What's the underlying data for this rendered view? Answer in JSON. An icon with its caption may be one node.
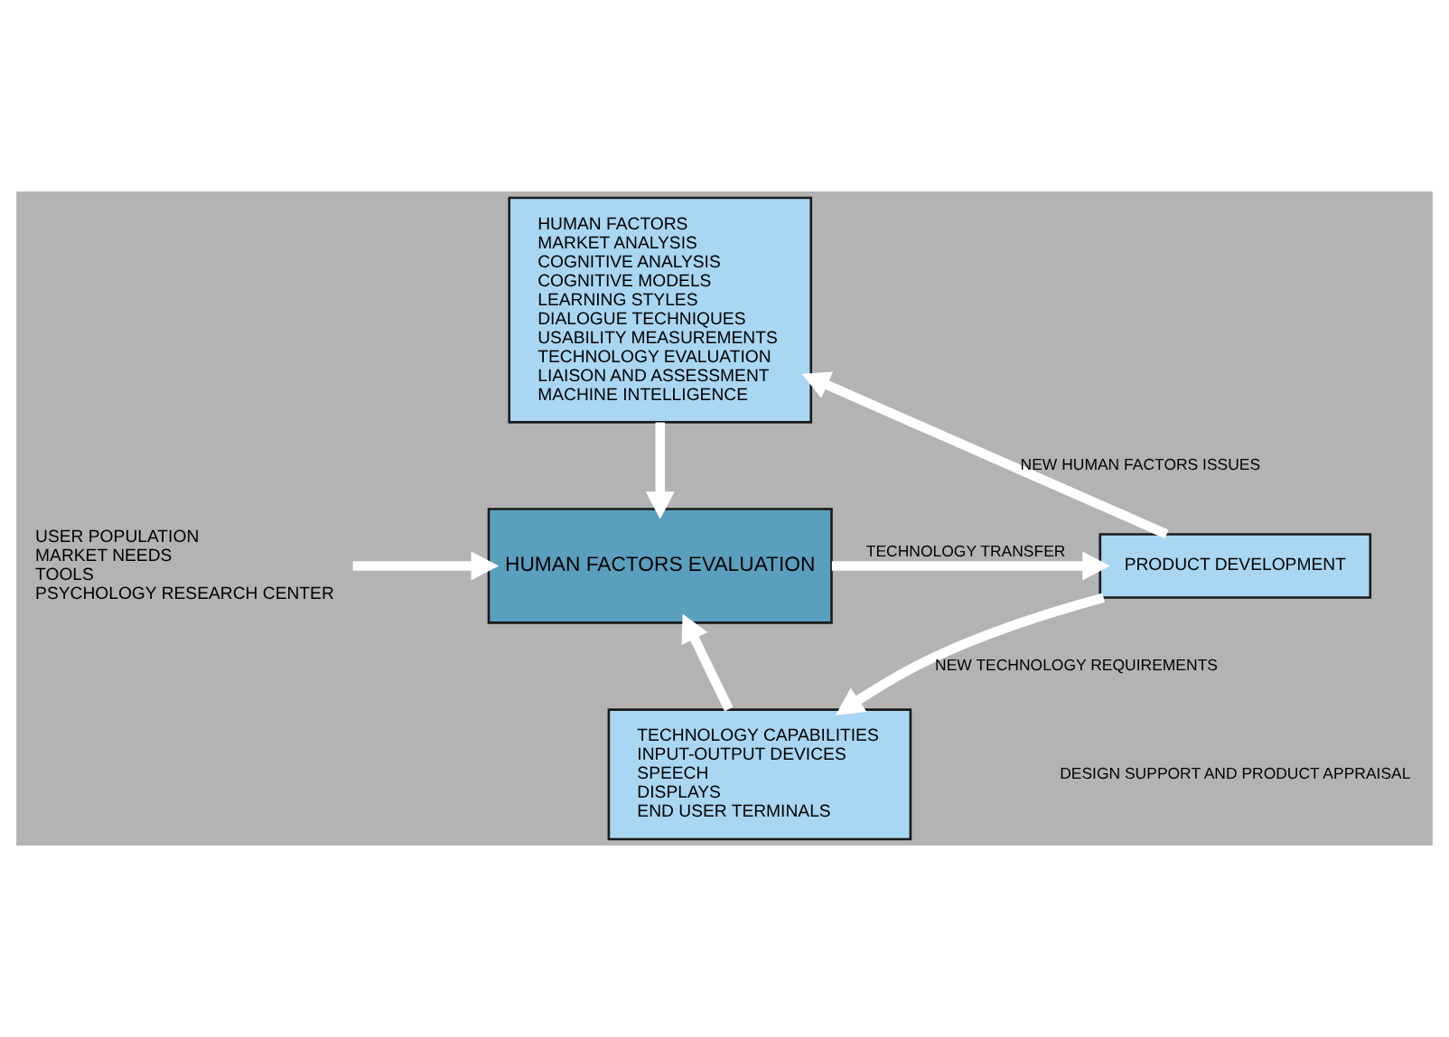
{
  "diagram": {
    "nodes": [
      {
        "text": [
          "HUMAN FACTORS",
          "MARKET ANALYSIS",
          "COGNITIVE ANALYSIS",
          "COGNITIVE MODELS",
          "LEARNING STYLES",
          "DIALOGUE TECHNIQUES",
          "USABILITY MEASUREMENTS",
          "TECHNOLOGY EVALUATION",
          "LIAISON AND ASSESSMENT",
          "MACHINE INTELLIGENCE"
        ]
      },
      {
        "text": [
          "USER POPULATION",
          "MARKET NEEDS",
          "TOOLS",
          "PSYCHOLOGY RESEARCH CENTER"
        ]
      },
      {
        "text": [
          "HUMAN FACTORS EVALUATION"
        ]
      },
      {
        "text": [
          "PRODUCT DEVELOPMENT"
        ]
      },
      {
        "text": [
          "TECHNOLOGY CAPABILITIES",
          "INPUT-OUTPUT DEVICES",
          "SPEECH",
          "DISPLAYS",
          "END USER TERMINALS"
        ]
      }
    ],
    "edges": [
      {
        "from": 0,
        "to": 2,
        "arrow": "to"
      },
      {
        "from": 1,
        "to": 2,
        "arrow": "to"
      },
      {
        "from": 2,
        "to": 3,
        "arrow": "to",
        "label": "TECHNOLOGY TRANSFER"
      },
      {
        "from": 4,
        "to": 2,
        "arrow": "to"
      },
      {
        "from": 3,
        "to": 0,
        "arrow": "to",
        "label": "NEW HUMAN FACTORS ISSUES"
      },
      {
        "from": 3,
        "to": 4,
        "arrow": "to",
        "label": "NEW TECHNOLOGY REQUIREMENTS"
      }
    ],
    "labels": [
      "DESIGN SUPPORT AND PRODUCT APPRAISAL"
    ]
  }
}
